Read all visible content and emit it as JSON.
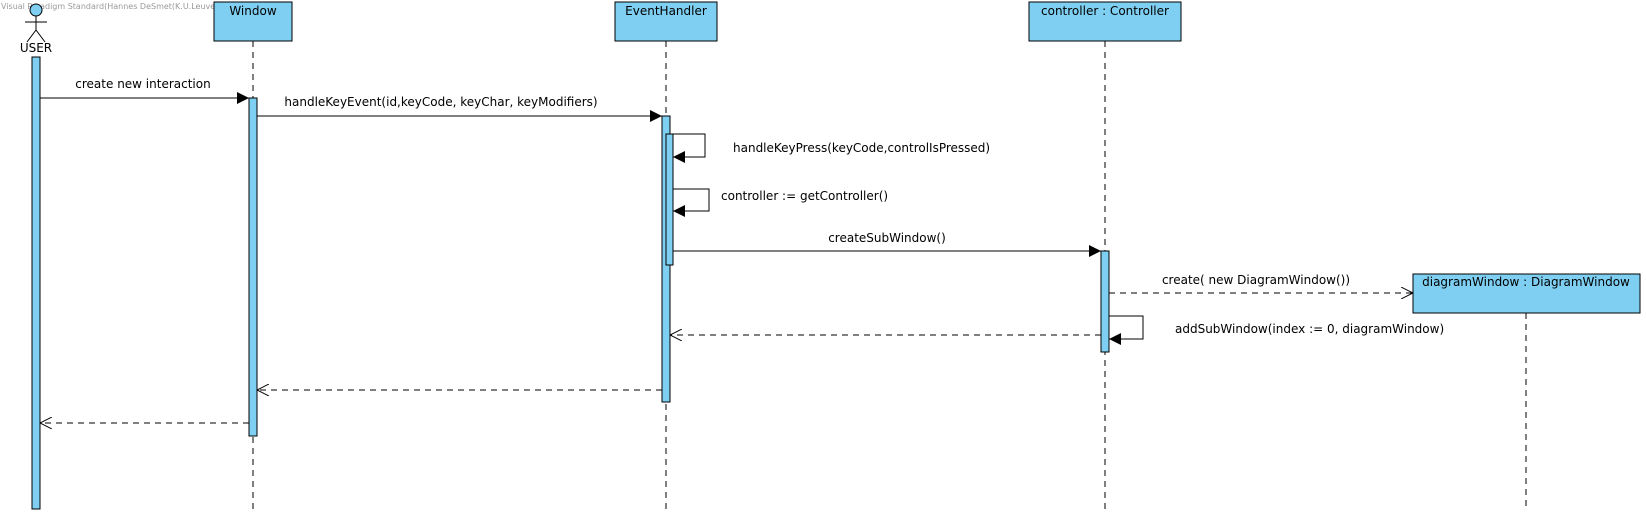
{
  "watermark": "Visual Paradigm Standard(Hannes DeSmet(K.U.Leuven))",
  "colors": {
    "fill": "#7ecff2",
    "stroke": "#000000",
    "background": "#ffffff"
  },
  "actor": {
    "name": "USER",
    "icon": "stick-figure-icon"
  },
  "lifelines": {
    "window": "Window",
    "event_handler": "EventHandler",
    "controller": "controller : Controller",
    "diagram_window": "diagramWindow : DiagramWindow"
  },
  "messages": {
    "m1": "create new interaction",
    "m2": "handleKeyEvent(id,keyCode,  keyChar, keyModifiers)",
    "m3": "handleKeyPress(keyCode,controlIsPressed)",
    "m4": "controller := getController()",
    "m5": "createSubWindow()",
    "m6": "create( new DiagramWindow())",
    "m7": "addSubWindow(index := 0, diagramWindow)"
  }
}
